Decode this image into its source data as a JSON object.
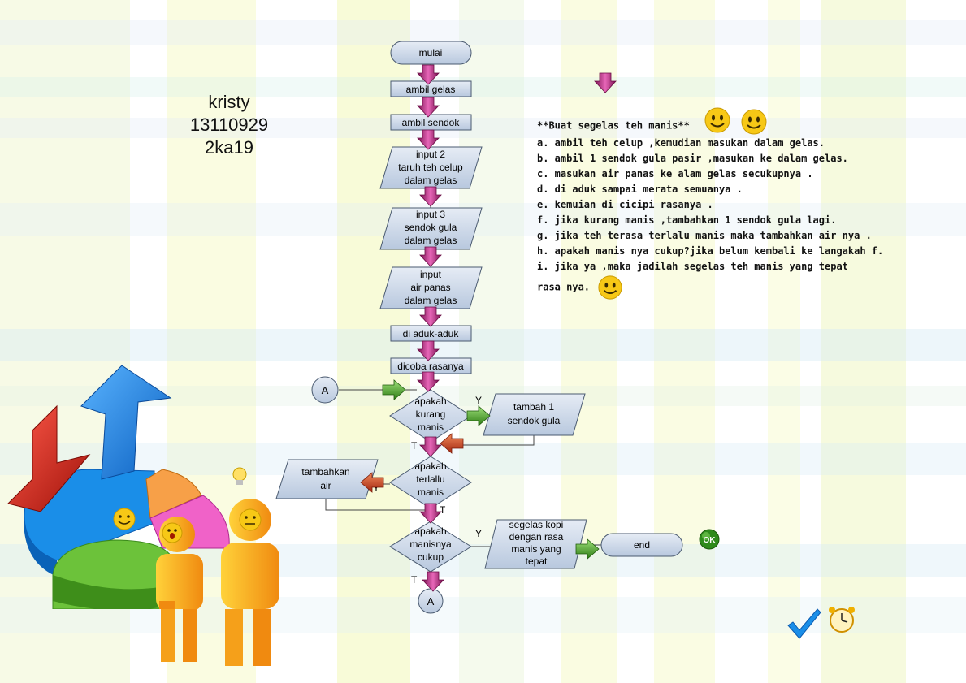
{
  "author": {
    "name": "kristy",
    "id": "13110929",
    "class": "2ka19"
  },
  "flowchart": {
    "nodes": {
      "start": "mulai",
      "step1": "ambil gelas",
      "step2": "ambil sendok",
      "input2": [
        "input 2",
        "taruh teh celup",
        "dalam gelas"
      ],
      "input3": [
        "input 3",
        "sendok gula",
        "dalam gelas"
      ],
      "input_air": [
        "input",
        "air panas",
        "dalam gelas"
      ],
      "step_aduk": "di aduk-aduk",
      "step_coba": "dicoba rasanya",
      "connector_in": "A",
      "decision1": [
        "apakah",
        "kurang",
        "manis"
      ],
      "action1": [
        "tambah 1",
        "sendok gula"
      ],
      "decision2": [
        "apakah",
        "terlallu",
        "manis"
      ],
      "action2": [
        "tambahkan",
        "air"
      ],
      "decision3": [
        "apakah",
        "manisnya",
        "cukup"
      ],
      "output": [
        "segelas kopi",
        "dengan rasa",
        "manis yang",
        "tepat"
      ],
      "end": "end",
      "connector_out": "A"
    },
    "branch_labels": {
      "d1_yes": "Y",
      "d1_no": "T",
      "d2_yes": "Y",
      "d2_no": "T",
      "d3_yes": "Y",
      "d3_no": "T"
    }
  },
  "algorithm": {
    "title": "**Buat segelas teh manis**",
    "steps": [
      "a. ambil teh celup ,kemudian masukan dalam gelas.",
      "b. ambil 1 sendok gula pasir ,masukan ke dalam gelas.",
      "c. masukan air panas ke alam gelas secukupnya .",
      "d. di aduk sampai merata semuanya .",
      "e. kemuian di cicipi rasanya .",
      "f. jika kurang manis ,tambahkan 1 sendok gula lagi.",
      "g. jika teh terasa terlalu manis maka tambahkan air nya .",
      "h. apakah manis nya cukup?jika belum kembali ke langakah f.",
      "i. jika ya ,maka jadilah segelas teh manis yang tepat rasa nya."
    ]
  },
  "ok_badge": "OK",
  "colors": {
    "shape_fill": "#c9d6e8",
    "shape_stroke": "#4a5a70",
    "arrow_pink": "#b3247a",
    "arrow_green": "#3c9a1e",
    "arrow_red": "#b8321a"
  },
  "icons": [
    "smiley-icon",
    "lightbulb-icon",
    "checkmark-icon",
    "alarm-clock-icon",
    "ok-icon"
  ]
}
